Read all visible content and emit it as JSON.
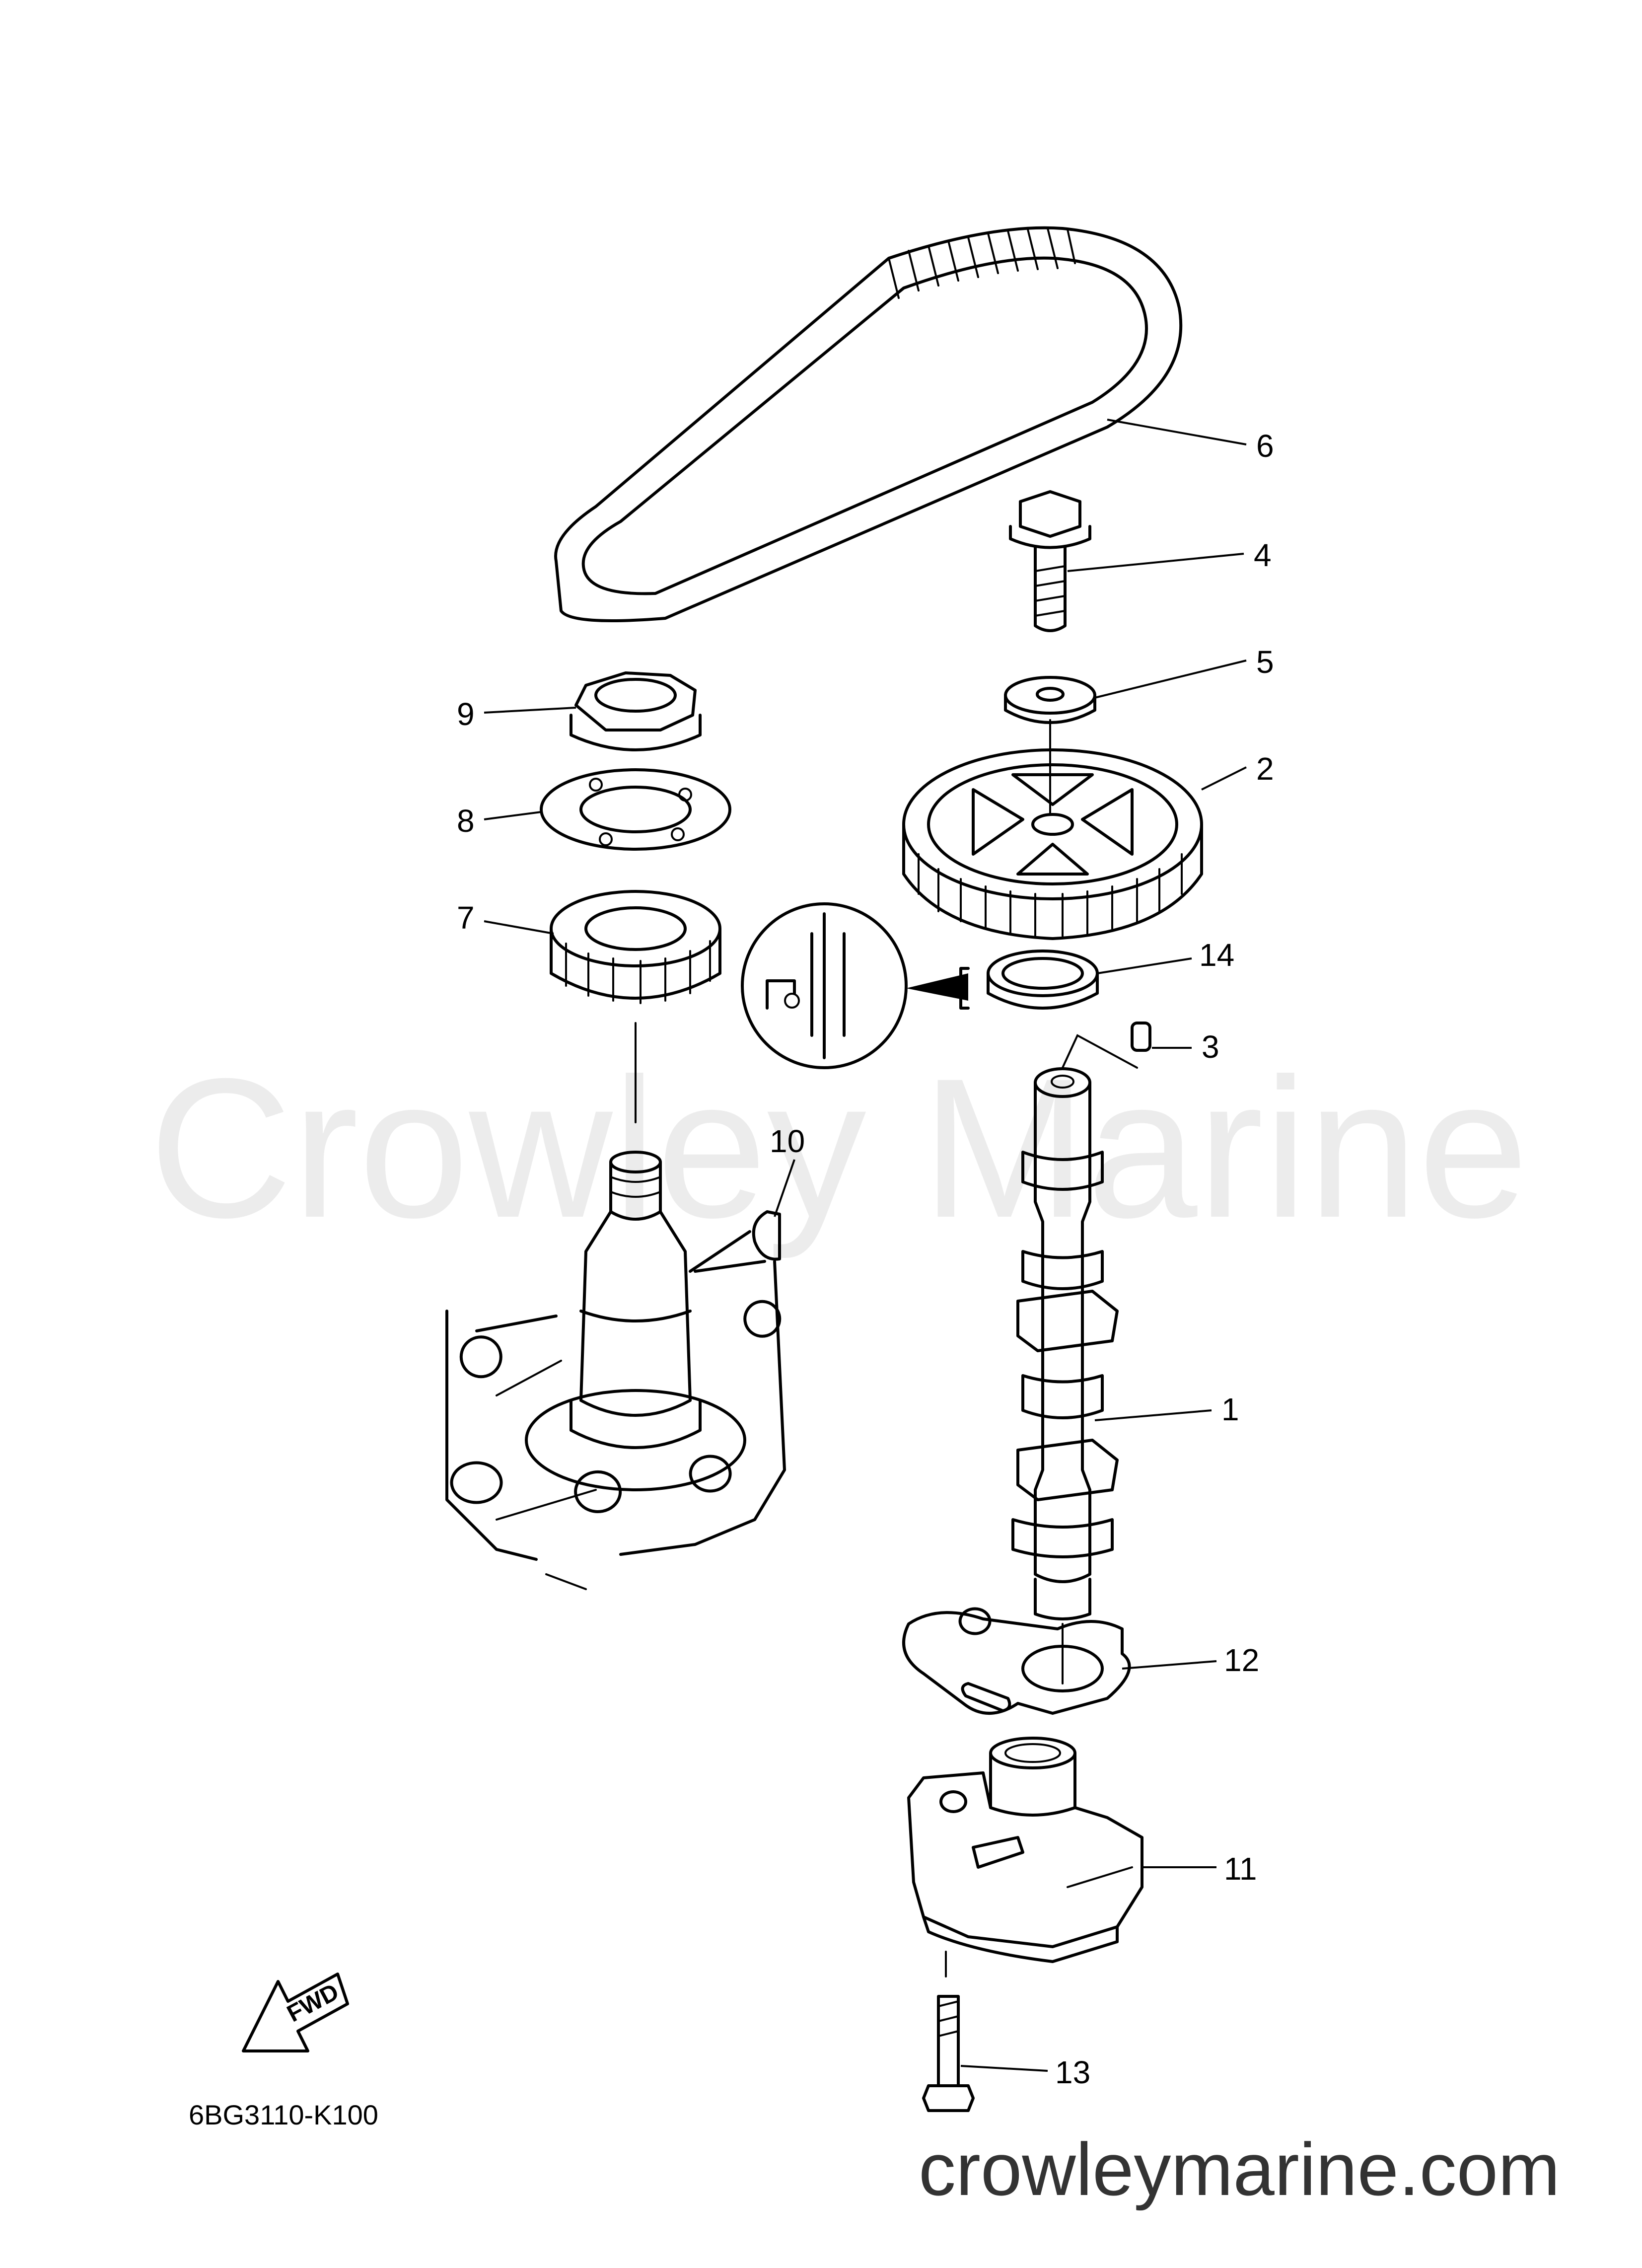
{
  "watermark": "Crowley Marine",
  "site": "crowleymarine.com",
  "diagram_code": "6BG3110-K100",
  "fwd_label": "FWD",
  "callouts": {
    "c1": "1",
    "c2": "2",
    "c3": "3",
    "c4": "4",
    "c5": "5",
    "c6": "6",
    "c7": "7",
    "c8": "8",
    "c9": "9",
    "c10": "10",
    "c11": "11",
    "c12": "12",
    "c13": "13",
    "c14": "14"
  }
}
